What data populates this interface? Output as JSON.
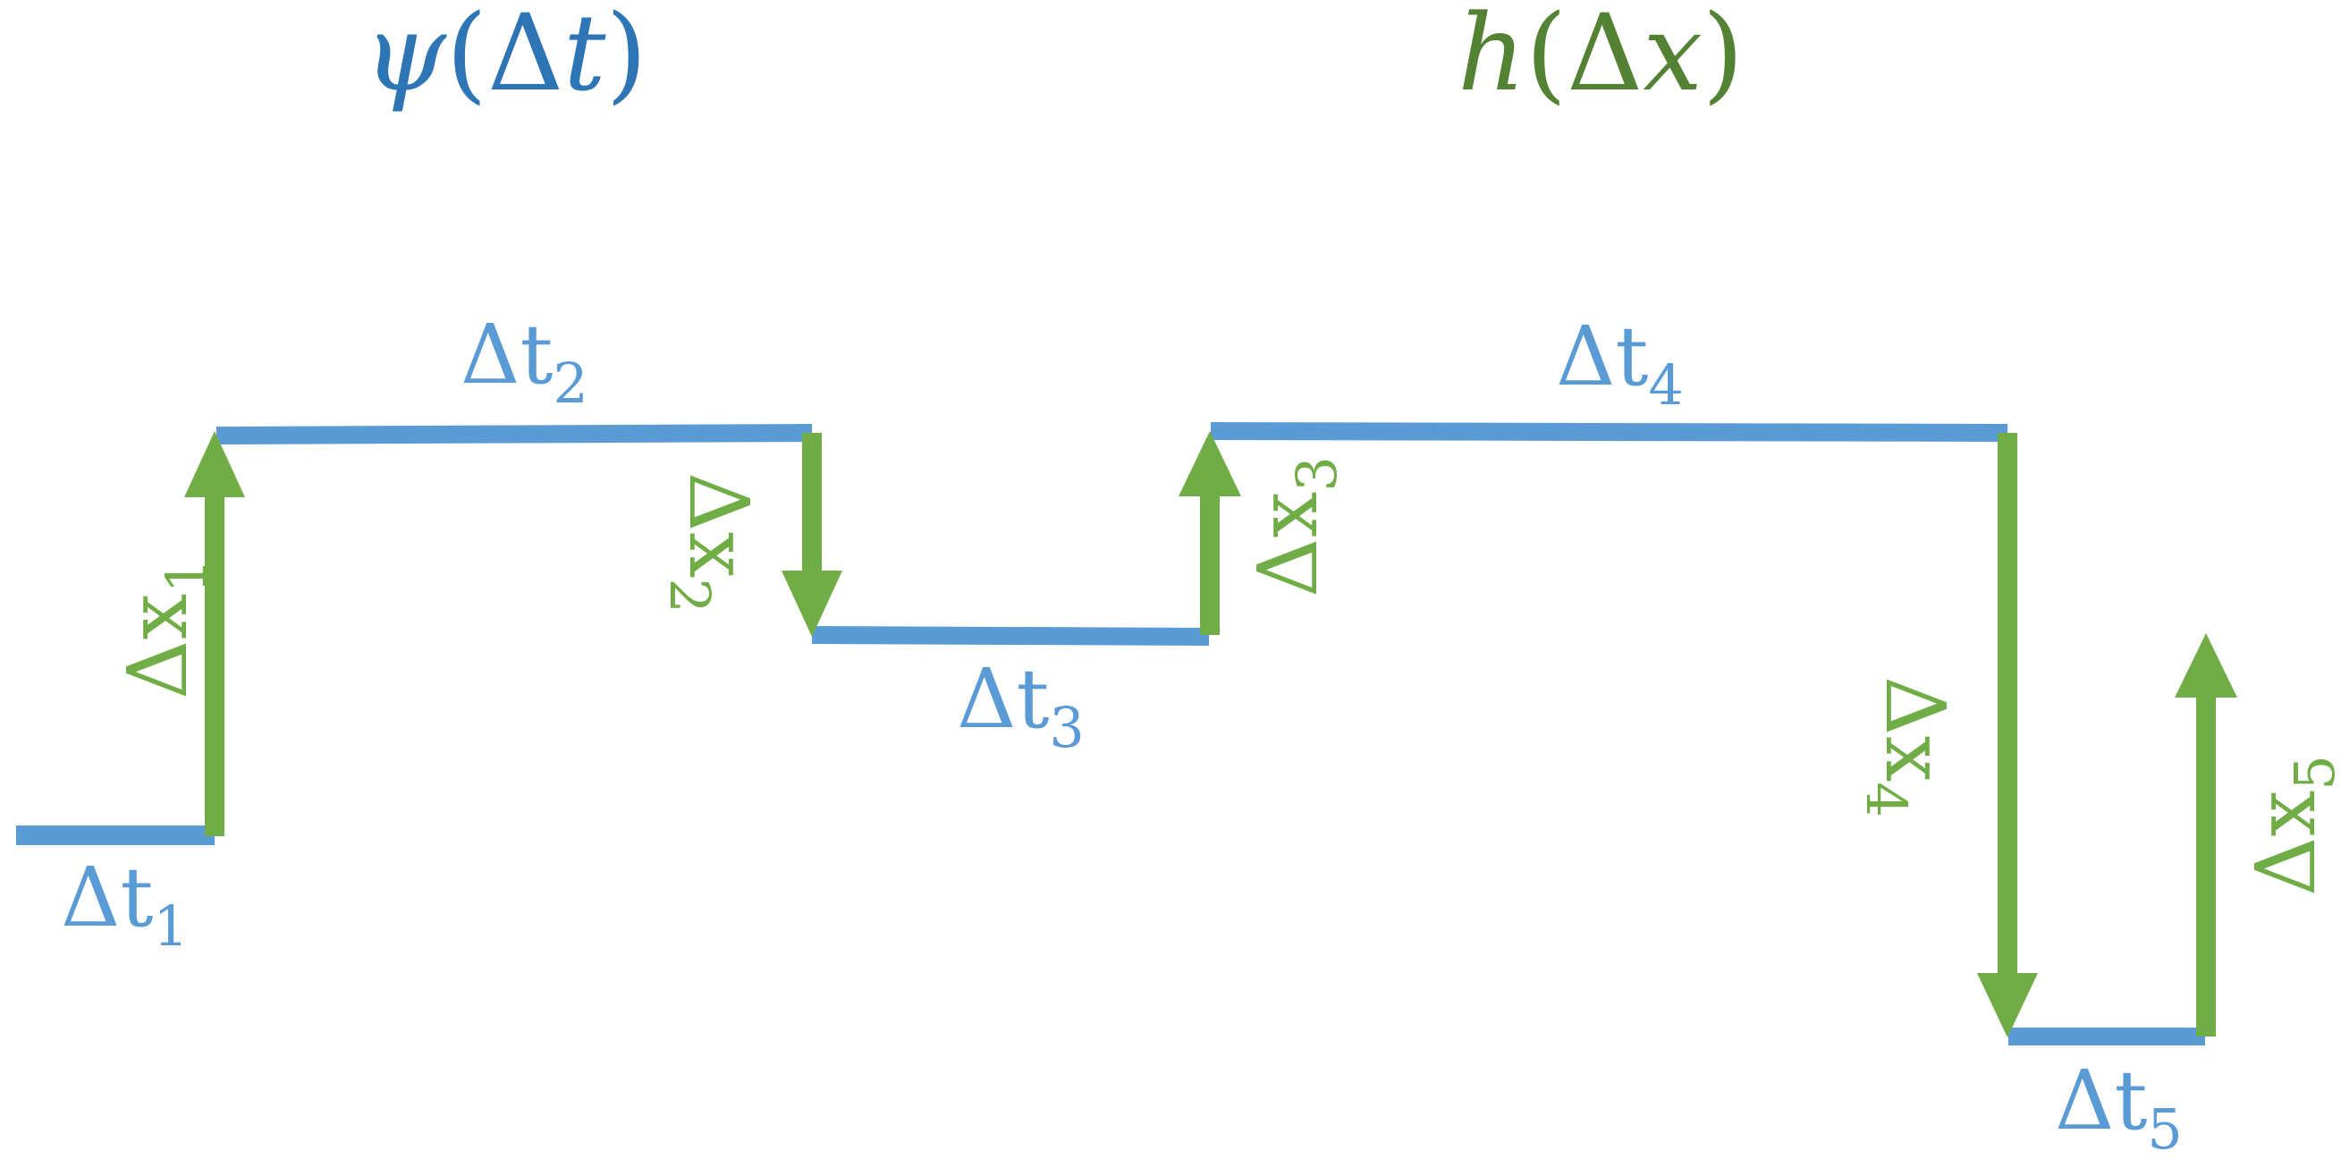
{
  "colors": {
    "time_segment": "#5B9BD5",
    "jump_arrow": "#70AD47",
    "psi_title": "#2E75B6",
    "h_title": "#548235"
  },
  "titles": {
    "psi": {
      "func": "ψ",
      "open": "(",
      "delta": "Δ",
      "var": "t",
      "close": ")"
    },
    "h": {
      "func": "h",
      "open": "(",
      "delta": "Δ",
      "var": "x",
      "close": ")"
    }
  },
  "time_labels": [
    {
      "base": "Δt",
      "sub": "1"
    },
    {
      "base": "Δt",
      "sub": "2"
    },
    {
      "base": "Δt",
      "sub": "3"
    },
    {
      "base": "Δt",
      "sub": "4"
    },
    {
      "base": "Δt",
      "sub": "5"
    }
  ],
  "jump_labels": [
    {
      "base": "Δx",
      "sub": "1",
      "direction": "up"
    },
    {
      "base": "Δx",
      "sub": "2",
      "direction": "down"
    },
    {
      "base": "Δx",
      "sub": "3",
      "direction": "up"
    },
    {
      "base": "Δx",
      "sub": "4",
      "direction": "down"
    },
    {
      "base": "Δx",
      "sub": "5",
      "direction": "up"
    }
  ]
}
